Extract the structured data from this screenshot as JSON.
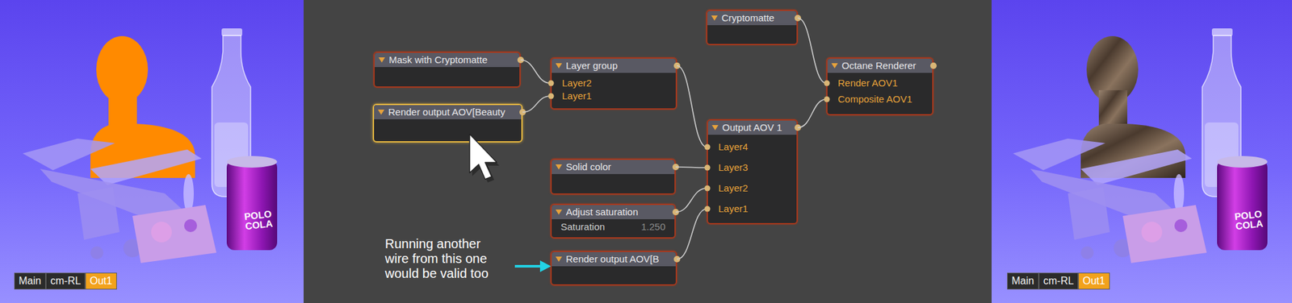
{
  "diagram": {
    "nodes": [
      {
        "text": [
          "Cryptomatte"
        ]
      },
      {
        "text": [
          "Mask with Cryptomatte"
        ]
      },
      {
        "text": [
          "Layer group",
          "Layer2",
          "Layer1"
        ]
      },
      {
        "text": [
          "Octane Renderer",
          "Render AOV1",
          "Composite AOV1"
        ]
      },
      {
        "text": [
          "Render output AOV[Beauty"
        ]
      },
      {
        "text": [
          "Output AOV 1",
          "Layer4",
          "Layer3",
          "Layer2",
          "Layer1"
        ]
      },
      {
        "text": [
          "Solid color"
        ]
      },
      {
        "text": [
          "Adjust saturation",
          "Saturation",
          "1.250"
        ]
      },
      {
        "text": [
          "Render output AOV[B"
        ]
      }
    ],
    "edges": [
      {
        "from": 1,
        "to": 2,
        "arrow": "none"
      },
      {
        "from": 4,
        "to": 2,
        "arrow": "none"
      },
      {
        "from": 2,
        "to": 5,
        "arrow": "none"
      },
      {
        "from": 6,
        "to": 5,
        "arrow": "none"
      },
      {
        "from": 7,
        "to": 5,
        "arrow": "none"
      },
      {
        "from": 8,
        "to": 5,
        "arrow": "none"
      },
      {
        "from": 0,
        "to": 3,
        "arrow": "none"
      },
      {
        "from": 5,
        "to": 3,
        "arrow": "none"
      }
    ],
    "labels": [
      "Main",
      "cm-RL",
      "Out1",
      "POLO COLA",
      "Running another wire from this one would be valid too",
      "Main",
      "cm-RL",
      "Out1",
      "POLO COLA"
    ]
  }
}
